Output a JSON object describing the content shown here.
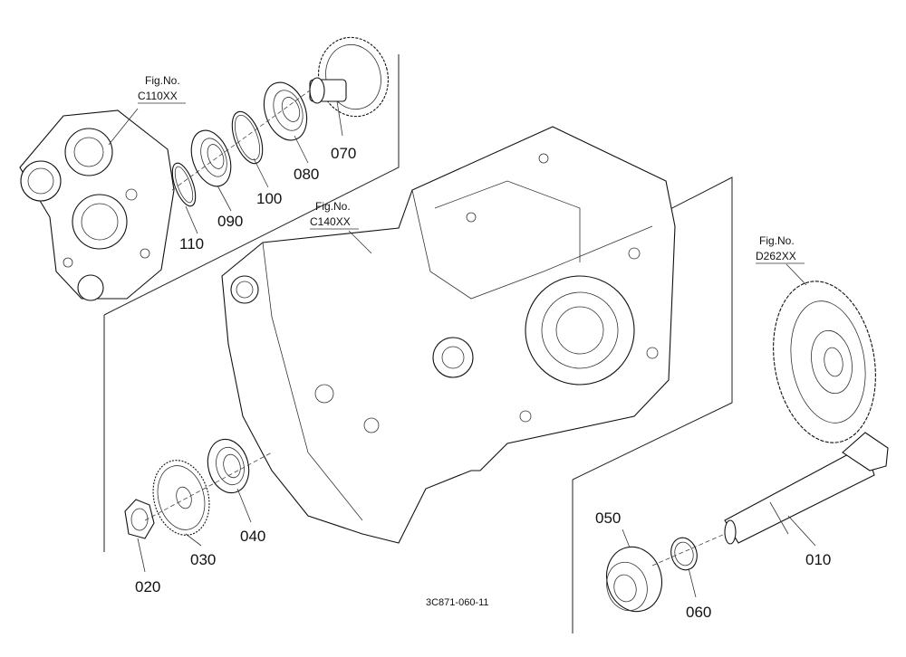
{
  "parts": {
    "p010": "010",
    "p020": "020",
    "p030": "030",
    "p040": "040",
    "p050": "050",
    "p060": "060",
    "p070": "070",
    "p080": "080",
    "p090": "090",
    "p100": "100",
    "p110": "110"
  },
  "figrefs": {
    "c110": {
      "label": "Fig.No.",
      "code": "C110XX"
    },
    "c140": {
      "label": "Fig.No.",
      "code": "C140XX"
    },
    "d262": {
      "label": "Fig.No.",
      "code": "D262XX"
    }
  },
  "drawing_number": "3C871-060-11"
}
